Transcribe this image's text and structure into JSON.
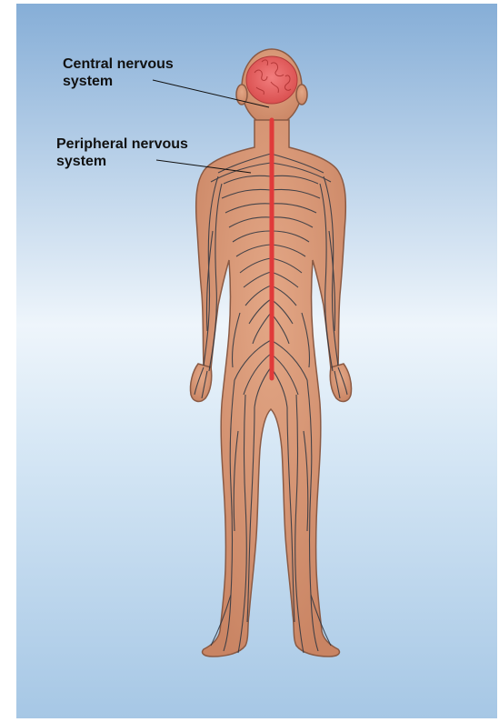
{
  "labels": {
    "central": {
      "line1": "Central nervous",
      "line2": "system"
    },
    "peripheral": {
      "line1": "Peripheral nervous",
      "line2": "system"
    }
  },
  "colors": {
    "background_top": "#8fb6dd",
    "background_mid": "#e9f2fa",
    "background_bottom": "#a9c9e6",
    "skin": "#d99a78",
    "skin_shadow": "#b8745a",
    "skin_outline": "#8a5a44",
    "nerve": "#2b3440",
    "spinal_cord": "#e03a3a",
    "brain": "#e86a6a"
  }
}
